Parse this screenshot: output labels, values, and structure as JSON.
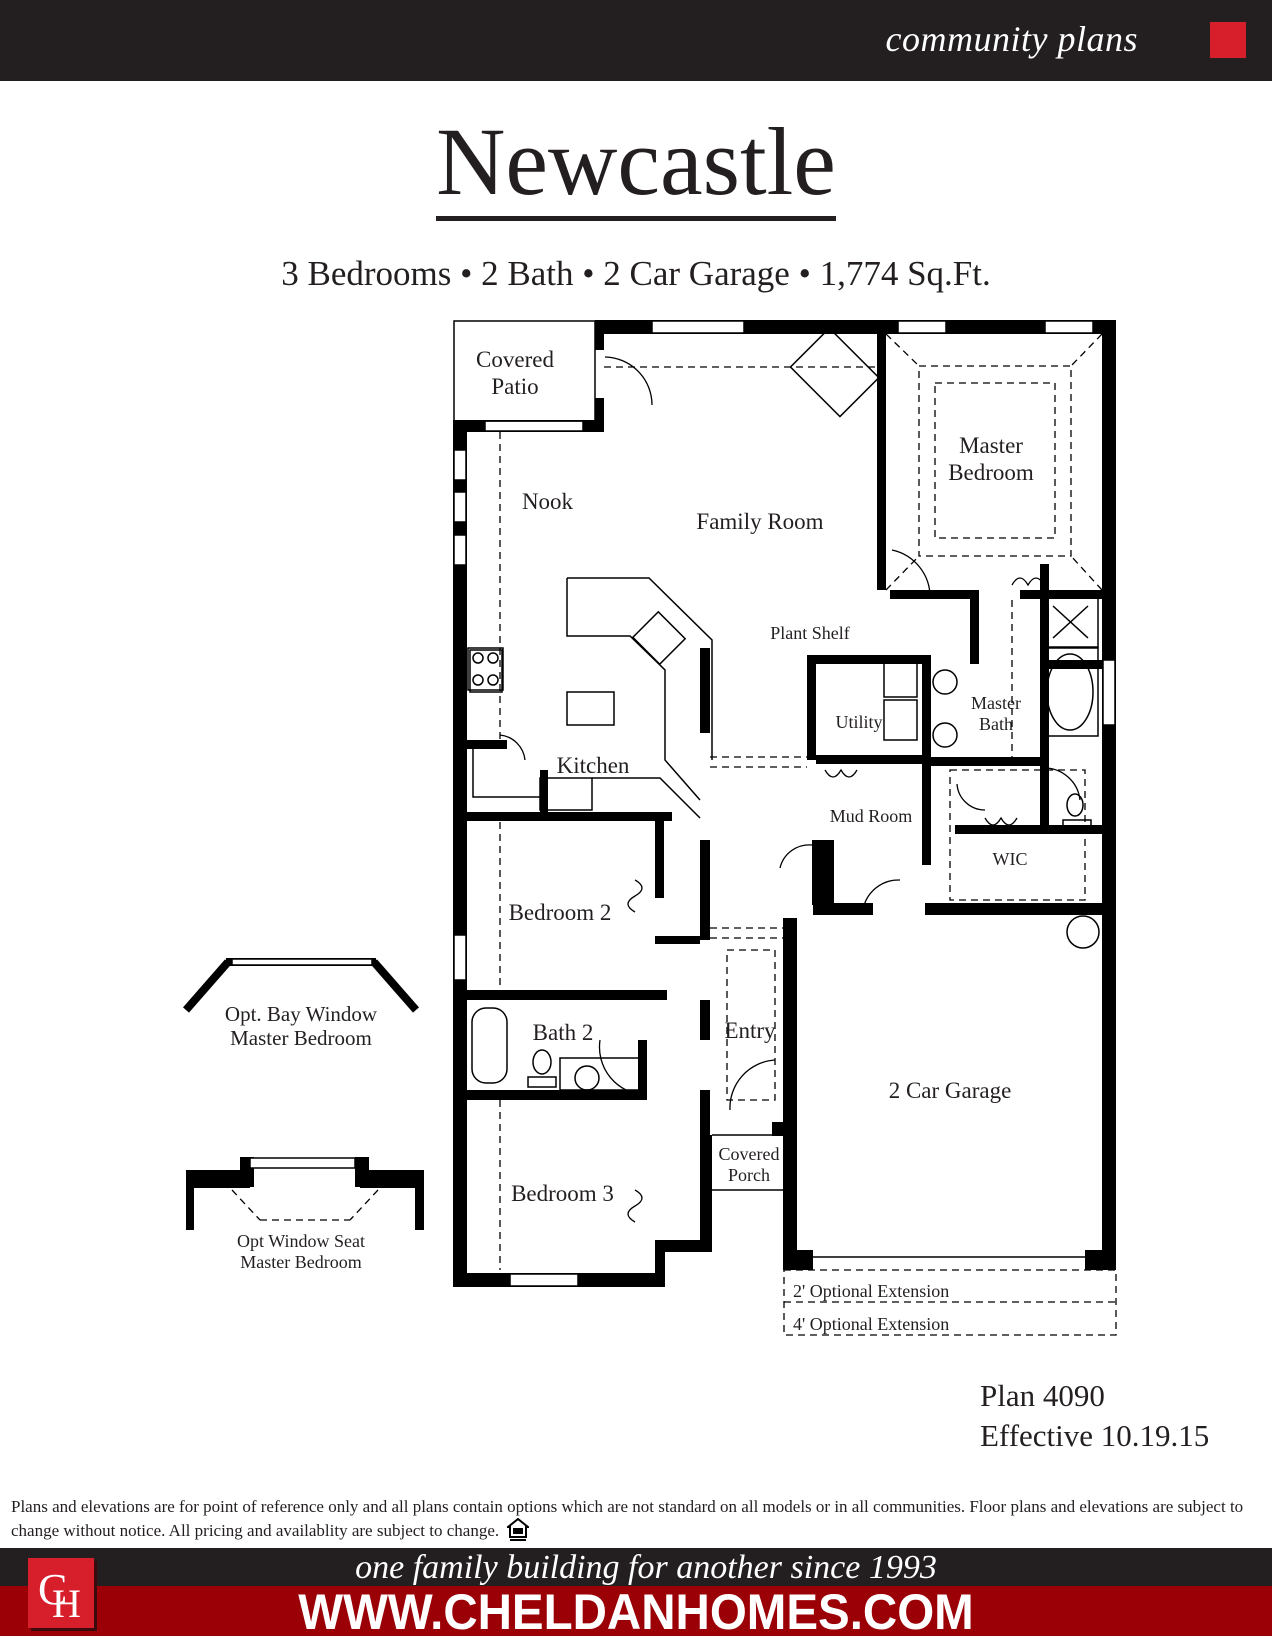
{
  "header": {
    "tagline": "community plans",
    "accent_color": "#d71f2b",
    "bar_color": "#231f20"
  },
  "plan": {
    "name": "Newcastle",
    "summary": "3 Bedrooms • 2 Bath • 2 Car Garage • 1,774 Sq.Ft.",
    "number": "Plan 4090",
    "effective": "Effective 10.19.15"
  },
  "rooms": {
    "covered_patio": "Covered\nPatio",
    "nook": "Nook",
    "family_room": "Family Room",
    "master_bedroom": "Master\nBedroom",
    "plant_shelf": "Plant Shelf",
    "utility": "Utility",
    "master_bath": "Master\nBath",
    "kitchen": "Kitchen",
    "mud_room": "Mud Room",
    "wic": "WIC",
    "bedroom_2": "Bedroom 2",
    "bath_2": "Bath 2",
    "entry": "Entry",
    "garage": "2 Car Garage",
    "covered_porch": "Covered\nPorch",
    "bedroom_3": "Bedroom 3",
    "ext_2ft": "2' Optional Extension",
    "ext_4ft": "4'  Optional Extension"
  },
  "options": {
    "bay_window": "Opt. Bay Window\nMaster Bedroom",
    "window_seat": "Opt Window Seat\nMaster Bedroom"
  },
  "disclaimer": "Plans and elevations are for point of reference only and all plans contain options which are not standard on all models or in all communities. Floor plans and elevations are subject to change without notice. All pricing and availablity are subject to change.",
  "footer": {
    "slogan": "one family building for another since 1993",
    "url": "WWW.CHELDANHOMES.COM",
    "logo_letters": "CH",
    "red_color": "#9b0007"
  }
}
